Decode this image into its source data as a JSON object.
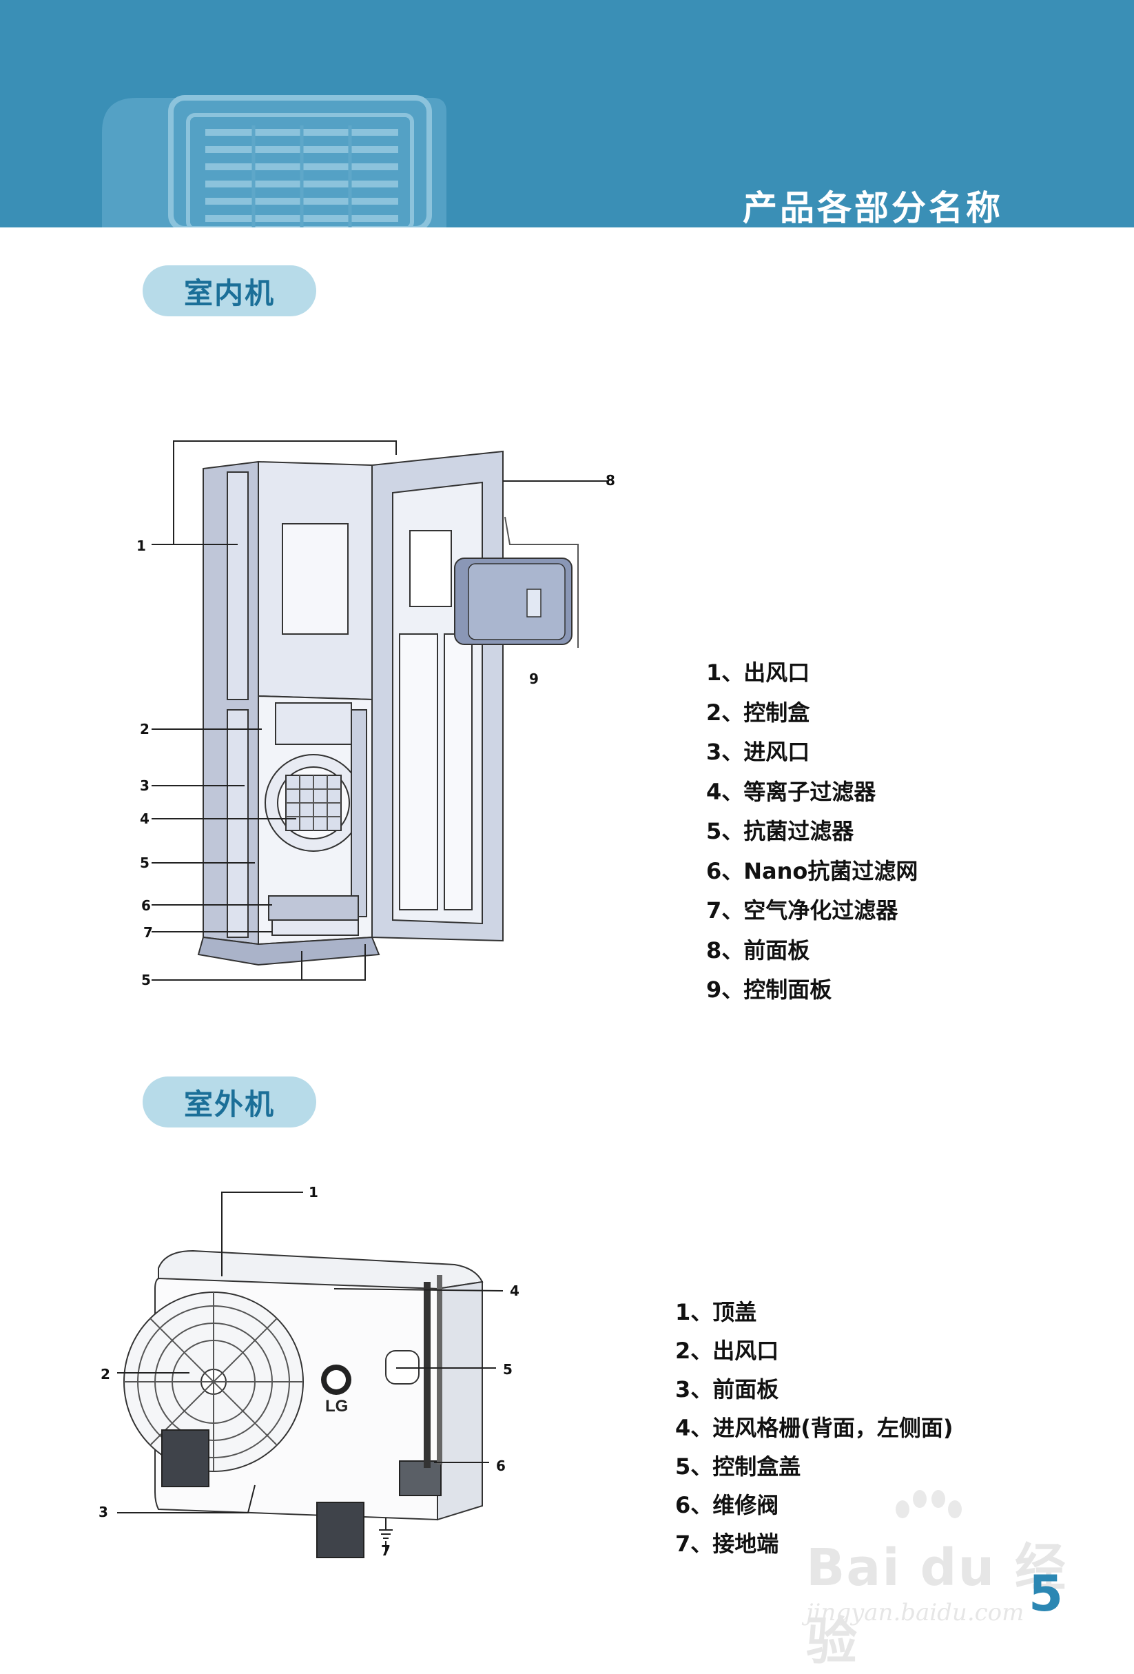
{
  "page": {
    "title": "产品各部分名称",
    "page_number": "5",
    "accent_color": "#3a8fb6",
    "pill_color": "#b7dbe9"
  },
  "indoor": {
    "heading": "室内机",
    "callouts": [
      "1",
      "2",
      "3",
      "4",
      "5",
      "6",
      "7",
      "5",
      "8",
      "9"
    ],
    "legend": [
      "1、出风口",
      "2、控制盒",
      "3、进风口",
      "4、等离子过滤器",
      "5、抗菌过滤器",
      "6、Nano抗菌过滤网",
      "7、空气净化过滤器",
      "8、前面板",
      "9、控制面板"
    ]
  },
  "outdoor": {
    "heading": "室外机",
    "brand_logo": "LG",
    "callouts": [
      "1",
      "4",
      "2",
      "5",
      "6",
      "3",
      "7"
    ],
    "legend": [
      "1、顶盖",
      "2、出风口",
      "3、前面板",
      "4、进风格栅(背面，左侧面)",
      "5、控制盒盖",
      "6、维修阀",
      "7、接地端"
    ]
  },
  "watermark": {
    "brand": "Bai du 经验",
    "url": "jingyan.baidu.com"
  }
}
